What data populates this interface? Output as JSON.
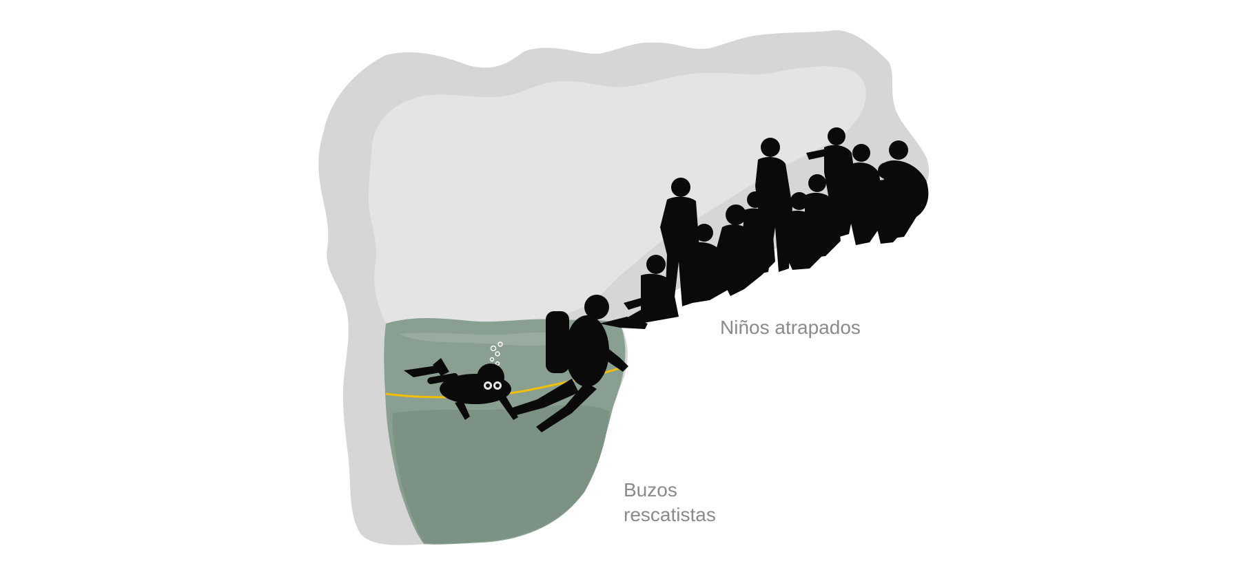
{
  "labels": {
    "children": "Niños atrapados",
    "divers_line1": "Buzos",
    "divers_line2": "rescatistas"
  },
  "colors": {
    "cave_outer": "#d6d6d6",
    "cave_inner": "#e4e4e4",
    "water": "#899f92",
    "water_dark": "#7b9284",
    "water_light": "#9fb2a6",
    "silhouette": "#0a0a0a",
    "guide_rope": "#f2c000",
    "label_text": "#8a8a8a"
  },
  "icons": [
    "cave-icon",
    "water-icon",
    "diver-icon",
    "child-silhouette-icon",
    "guide-rope-icon",
    "bubbles-icon"
  ]
}
